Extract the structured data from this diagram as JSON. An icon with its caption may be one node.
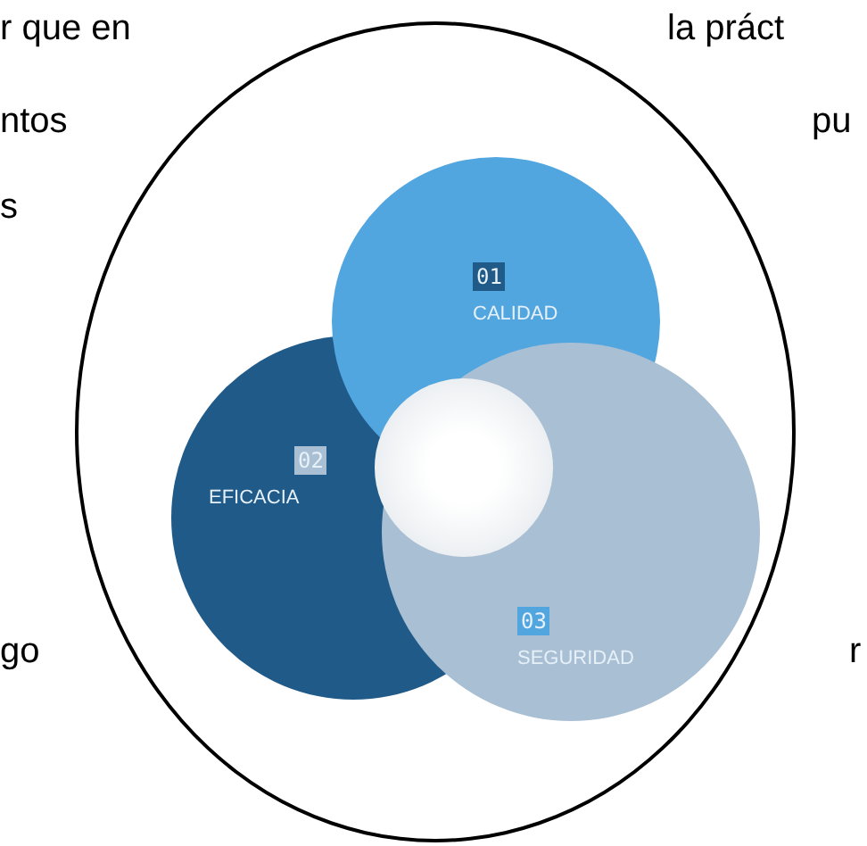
{
  "diagram": {
    "nodes": [
      {
        "text": [],
        "shape": "circle"
      },
      {
        "text": [
          "01",
          "CALIDAD"
        ],
        "in": 0
      },
      {
        "text": [
          "02",
          "EFICACIA"
        ],
        "in": 0
      },
      {
        "text": [
          "03",
          "SEGURIDAD"
        ],
        "in": 0
      }
    ],
    "labels": [
      "r que en",
      "la práct",
      "ntos",
      "pu",
      "s",
      "go",
      "r"
    ]
  }
}
